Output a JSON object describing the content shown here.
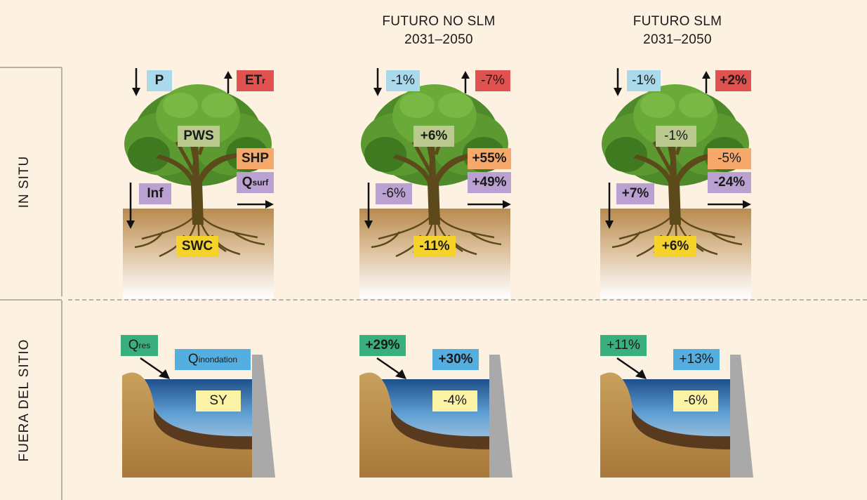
{
  "columns": [
    {
      "title_line1": "",
      "title_line2": ""
    },
    {
      "title_line1": "FUTURO NO SLM",
      "title_line2": "2031–2050"
    },
    {
      "title_line1": "FUTURO SLM",
      "title_line2": "2031–2050"
    }
  ],
  "rows": {
    "in_situ": "IN SITU",
    "off_site": "FUERA DEL SITIO"
  },
  "baseline": {
    "p": "P",
    "etr": "ET",
    "etr_sub": "r",
    "pws": "PWS",
    "shp": "SHP",
    "qsurf": "Q",
    "qsurf_sub": "surf",
    "inf": "Inf",
    "swc": "SWC",
    "qres": "Q",
    "qres_sub": "res",
    "qinond": "Q",
    "qinond_sub": "inondation",
    "sy": "SY"
  },
  "no_slm": {
    "p": "-1%",
    "etr": "-7%",
    "pws": "+6%",
    "shp": "+55%",
    "qsurf": "+49%",
    "inf": "-6%",
    "swc": "-11%",
    "qres": "+29%",
    "qinond": "+30%",
    "sy": "-4%"
  },
  "slm": {
    "p": "-1%",
    "etr": "+2%",
    "pws": "-1%",
    "shp": "-5%",
    "qsurf": "-24%",
    "inf": "+7%",
    "swc": "+6%",
    "qres": "+11%",
    "qinond": "+13%",
    "sy": "-6%"
  },
  "colors": {
    "precip": "#aad9ec",
    "evapotranspiration": "#e0524f",
    "pws": "#bcc98e",
    "shp": "#f7a96c",
    "runoff_infiltration": "#bba0d2",
    "soil_water": "#f5d32b",
    "reservoir": "#3aaf7e",
    "flood": "#55aee0",
    "sediment_yield": "#fbf2a6"
  },
  "icons": [
    "tree-icon",
    "arrow-down-icon",
    "arrow-up-icon",
    "arrow-right-icon",
    "reservoir-icon",
    "dam-icon"
  ]
}
